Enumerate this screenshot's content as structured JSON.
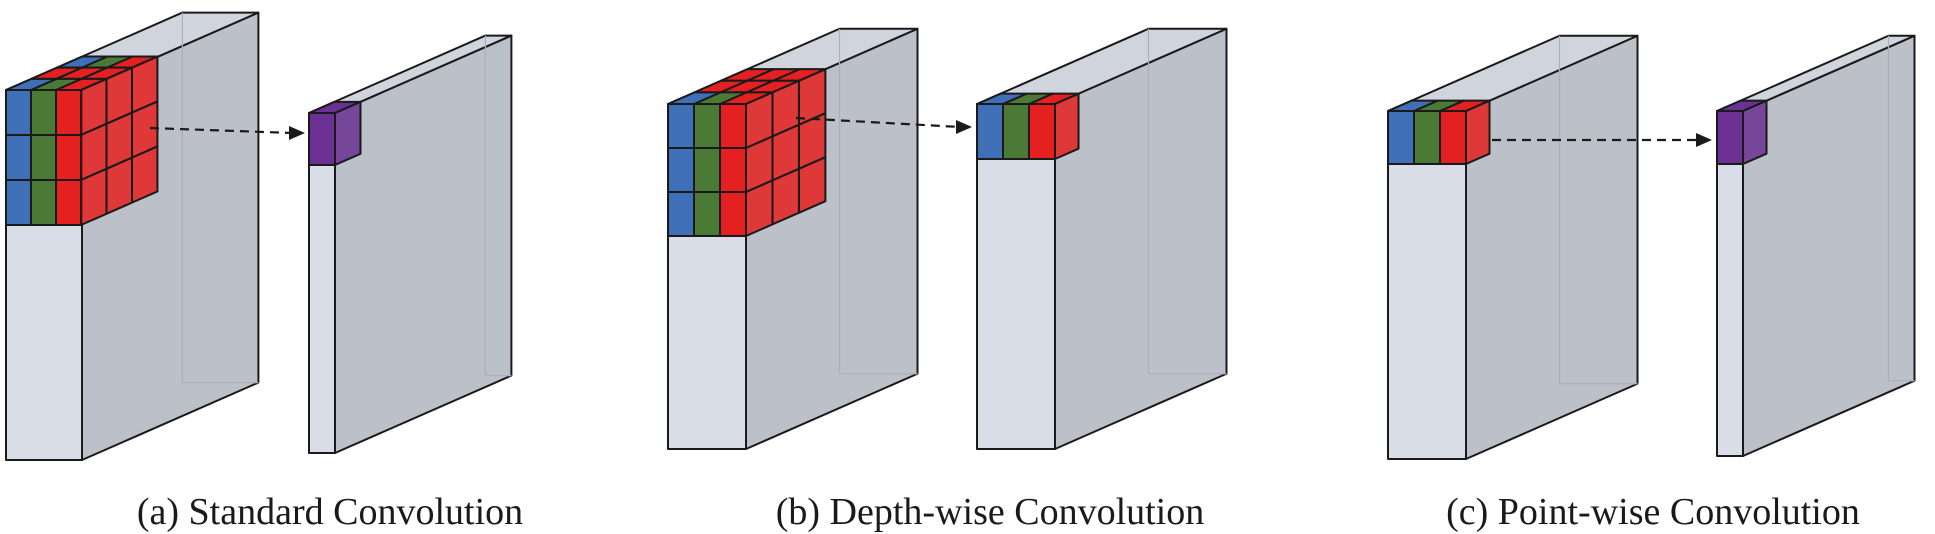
{
  "colors": {
    "front_face": "#d9dde8",
    "side_face": "#bcc0c9",
    "top_face": "#d0d4dd",
    "outline": "#1a1a1a",
    "blue": "#3f6fb6",
    "green": "#4b7a37",
    "red": "#e52020",
    "purple": "#6a3092",
    "arrow": "#1a1a1a"
  },
  "panels": [
    {
      "id": "standard",
      "caption": "(a) Standard Convolution"
    },
    {
      "id": "depthwise",
      "caption": "(b) Depth-wise Convolution"
    },
    {
      "id": "pointwise",
      "caption": "(c) Point-wise Convolution"
    }
  ]
}
